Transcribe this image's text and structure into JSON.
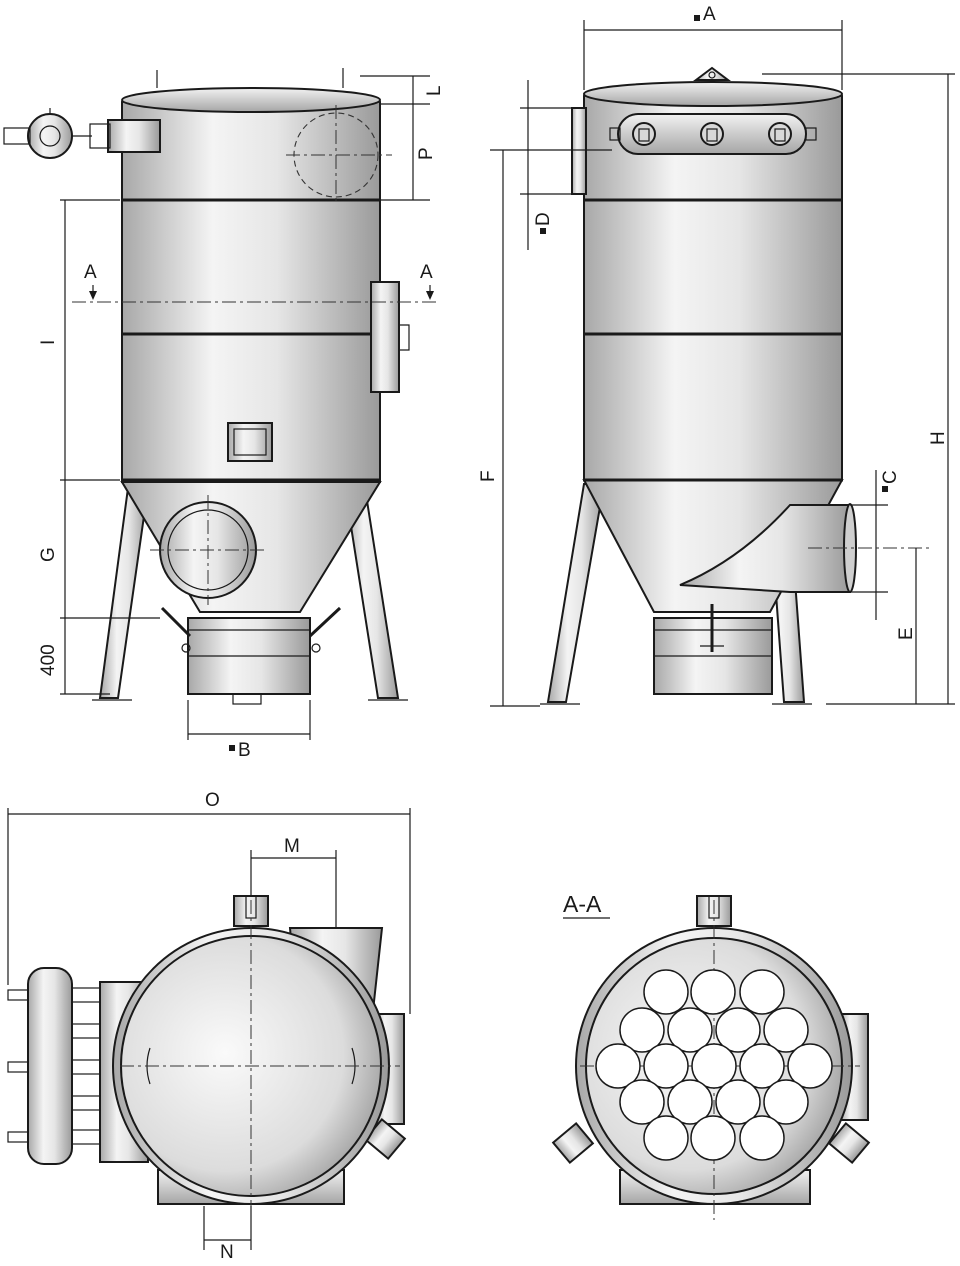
{
  "drawing": {
    "labels": {
      "A_top": "A",
      "B": "B",
      "C": "C",
      "D": "D",
      "E": "E",
      "F": "F",
      "G": "G",
      "H": "H",
      "I": "I",
      "L": "L",
      "M": "M",
      "N": "N",
      "O": "O",
      "P": "P",
      "leg_height": "400",
      "section_left": "A",
      "section_right": "A",
      "section_title": "A-A"
    },
    "colors": {
      "line": "#1a1a1a",
      "metal_light": "#f4f4f4",
      "metal_mid": "#d2d2d2",
      "metal_dark": "#9a9a9a"
    }
  }
}
